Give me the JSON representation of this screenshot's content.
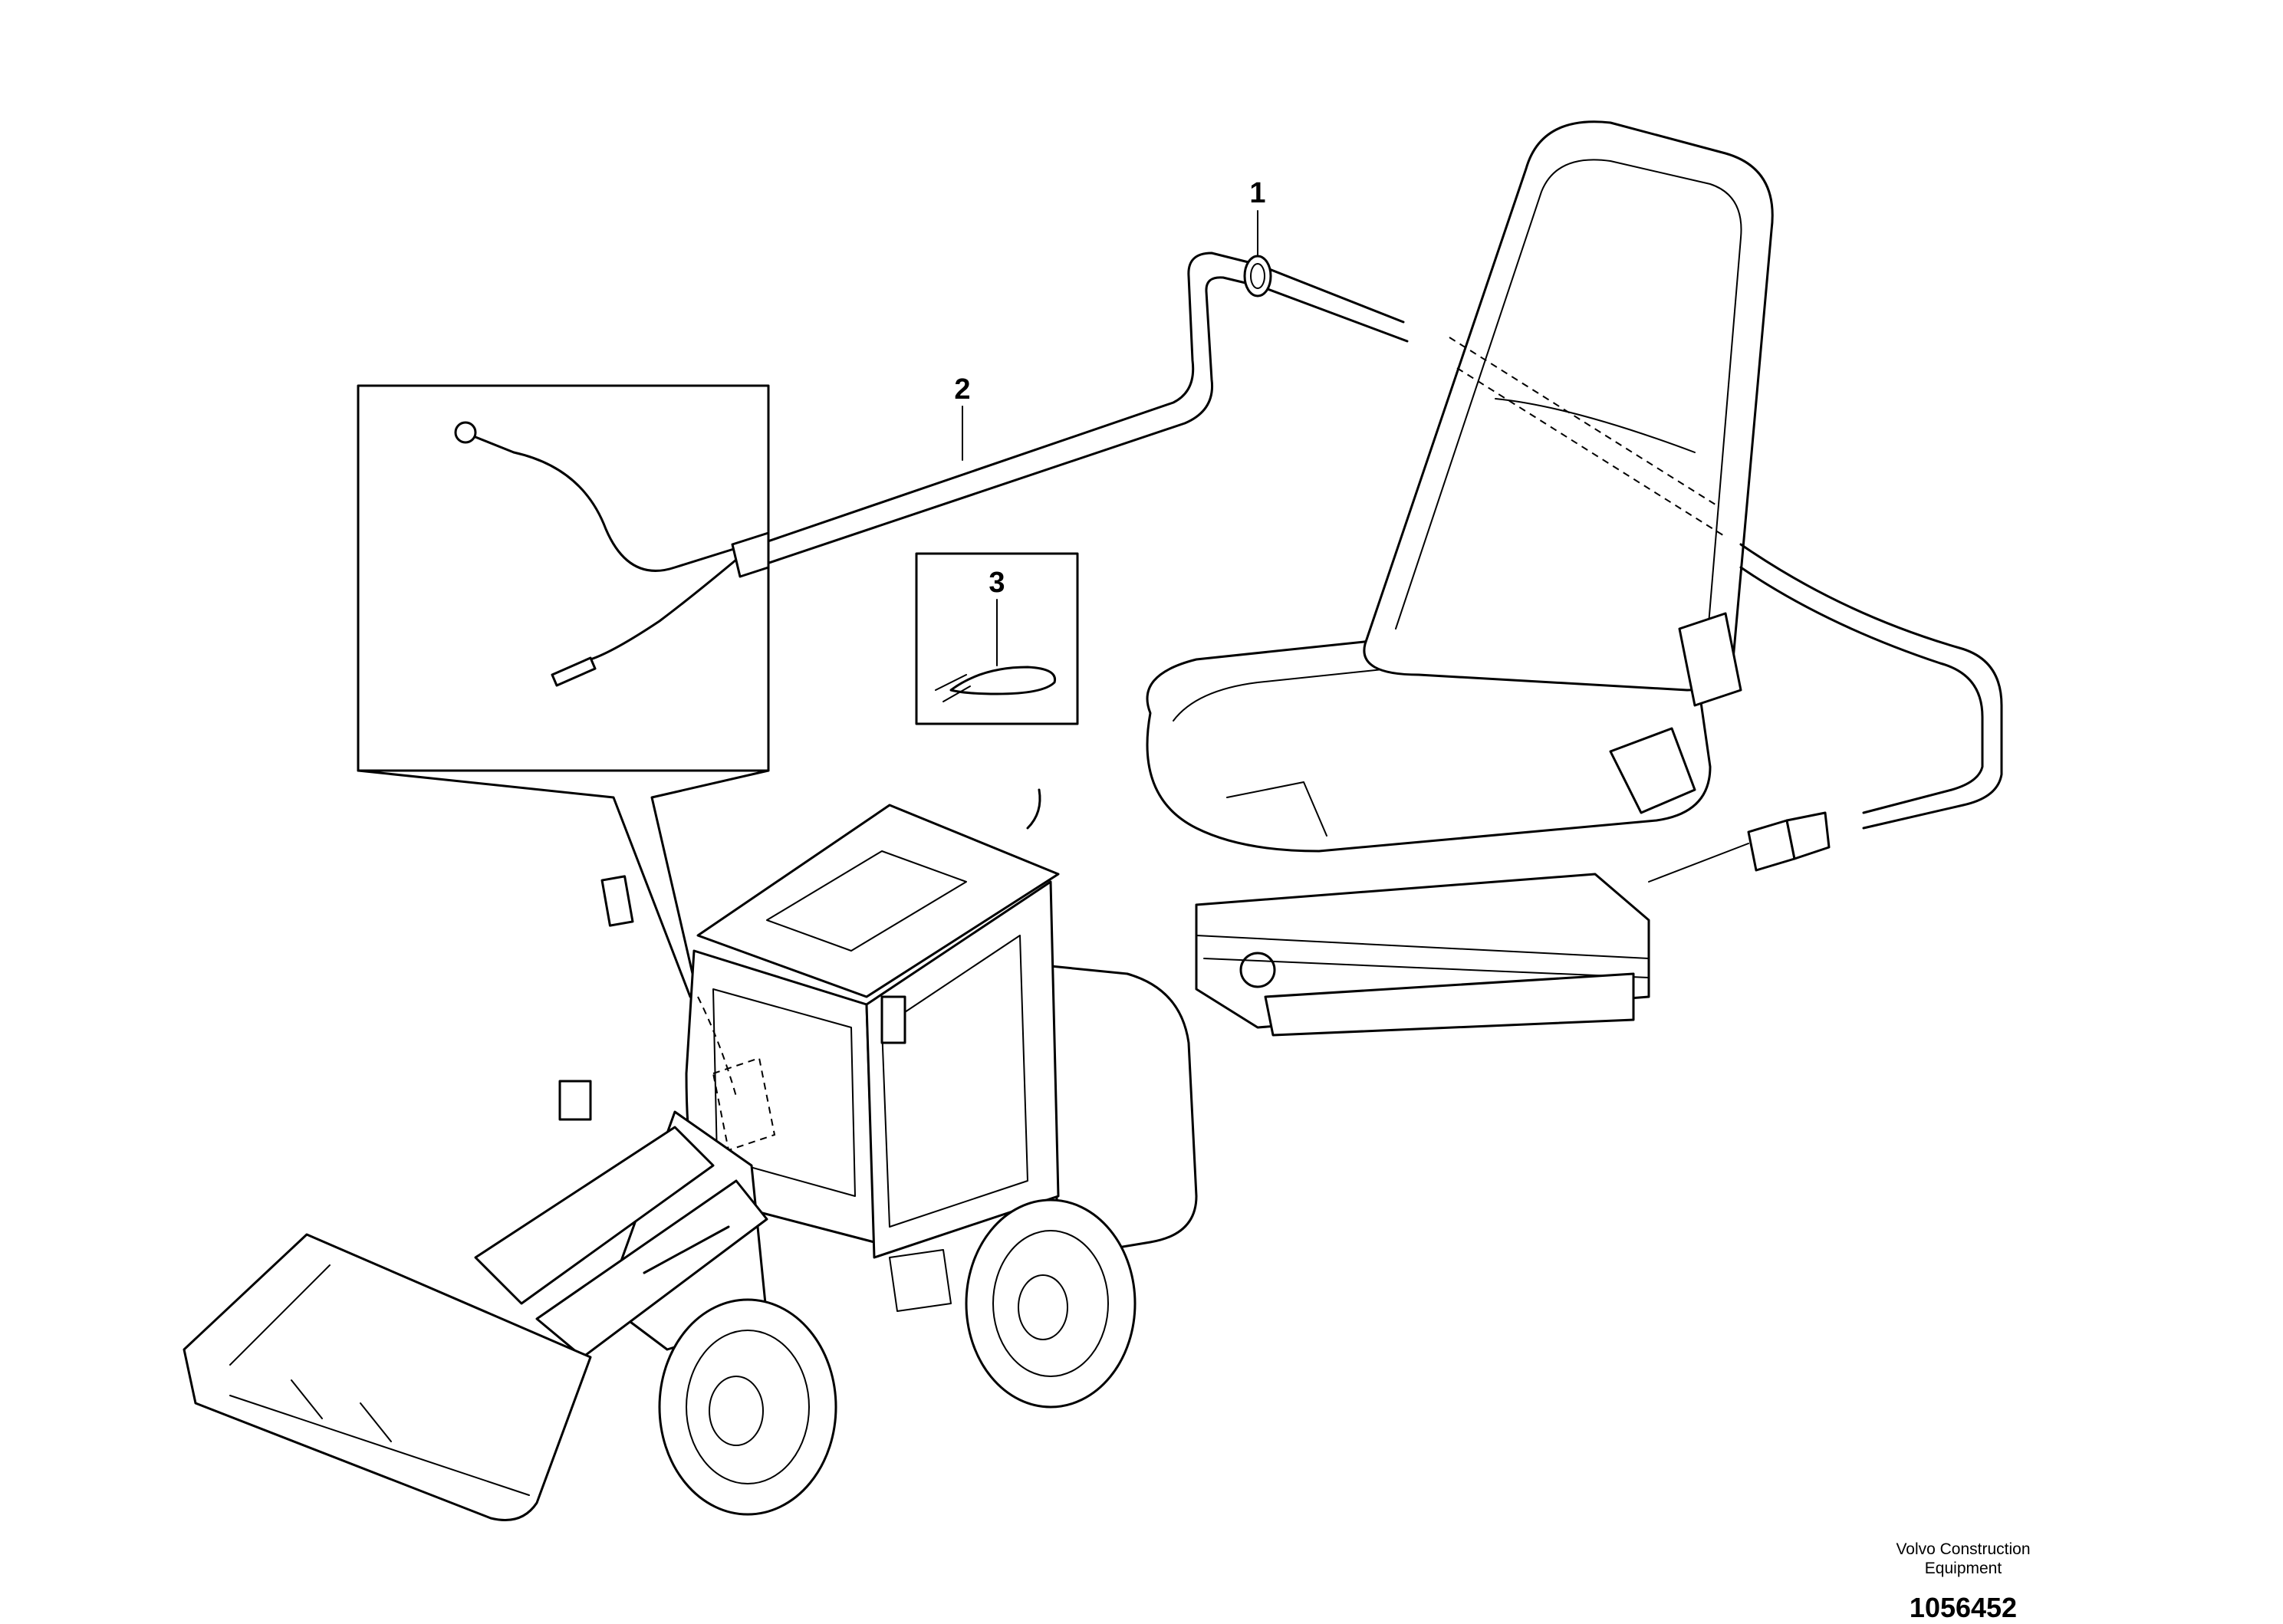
{
  "callouts": [
    {
      "label": "1"
    },
    {
      "label": "2"
    },
    {
      "label": "3"
    }
  ],
  "credit": {
    "line1": "Volvo Construction",
    "line2": "Equipment"
  },
  "document_number": "1056452"
}
